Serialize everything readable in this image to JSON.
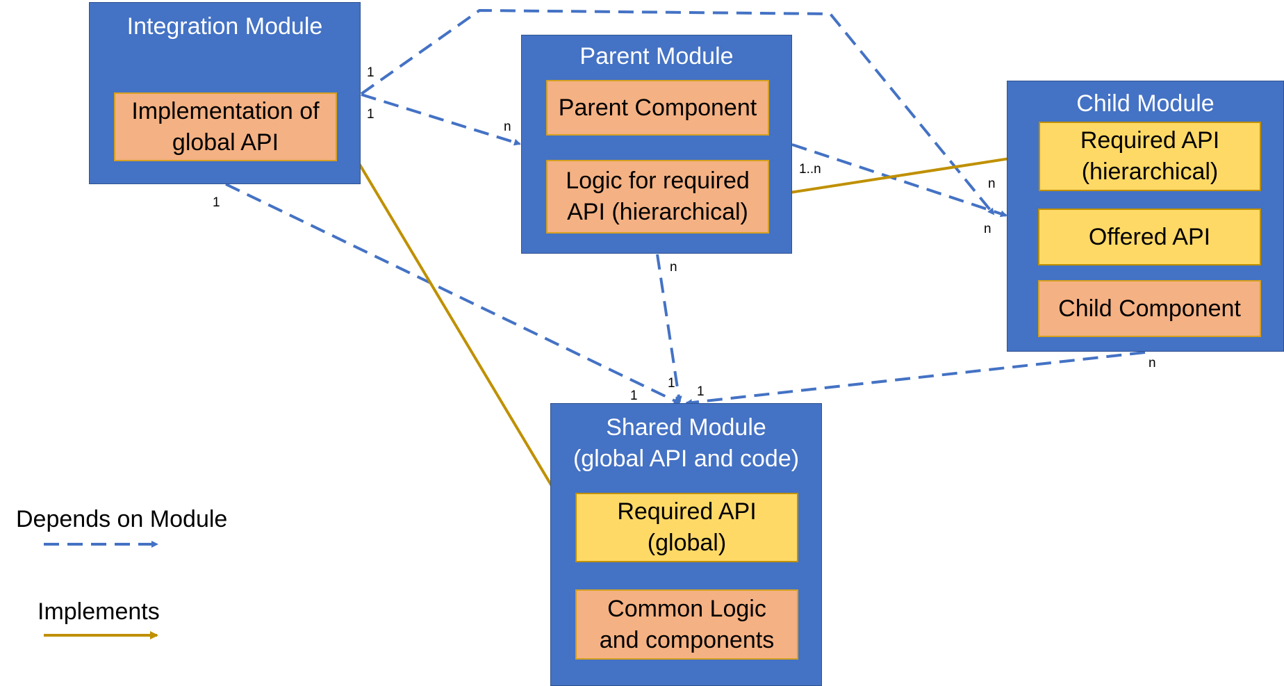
{
  "modules": {
    "integration": {
      "title": "Integration  Module",
      "components": [
        "Implementation of\nglobal API"
      ]
    },
    "parent": {
      "title": "Parent Module",
      "components": [
        "Parent Component",
        "Logic for required\nAPI (hierarchical)"
      ]
    },
    "child": {
      "title": "Child Module",
      "components": [
        "Required API\n(hierarchical)",
        "Offered API",
        "Child Component"
      ]
    },
    "shared": {
      "title": "Shared Module\n(global API and code)",
      "components": [
        "Required API\n(global)",
        "Common Logic\nand components"
      ]
    }
  },
  "multiplicities": {
    "integration_to_child_source": "1",
    "integration_to_parent_source": "1",
    "integration_to_parent_target": "n",
    "integration_to_shared_source": "1",
    "integration_to_shared_target": "1",
    "parent_to_child_source": "1..n",
    "integration_to_child_target": "n",
    "parent_to_child_target": "n",
    "parent_to_shared_source": "n",
    "parent_to_shared_target": "1",
    "child_to_shared_target": "1",
    "child_to_shared_source": "n"
  },
  "legend": {
    "depends": "Depends on Module",
    "implements": "Implements"
  },
  "colors": {
    "module_fill": "#4472C4",
    "component_fill": "#F4B183",
    "api_fill": "#FFD966",
    "depends_line": "#4472C4",
    "implements_line": "#BF9000"
  }
}
